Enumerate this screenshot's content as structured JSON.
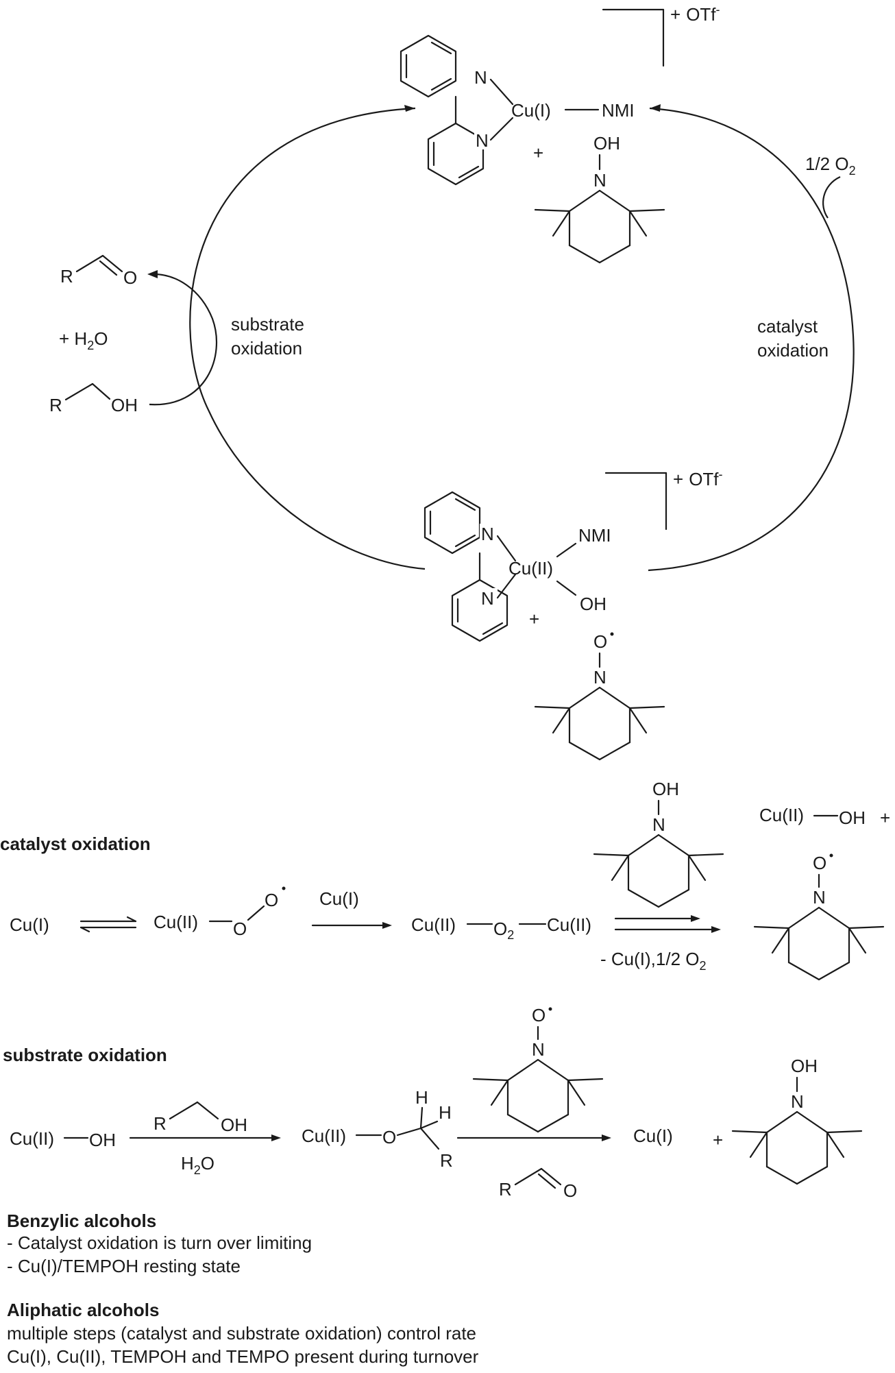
{
  "cycle": {
    "top_complex": {
      "metal": "Cu(I)",
      "ligand_n_top": "N",
      "ligand_n_bottom": "N",
      "nmi": "NMI",
      "charge": "+",
      "counterion": "OTf",
      "counterion_sup": "-",
      "plus": "+",
      "tempoh_oh": "OH",
      "tempoh_n": "N"
    },
    "bottom_complex": {
      "metal": "Cu(II)",
      "ligand_n_top": "N",
      "ligand_n_bottom": "N",
      "nmi": "NMI",
      "oh": "OH",
      "charge": "+",
      "counterion": "OTf",
      "counterion_sup": "-",
      "plus": "+",
      "tempo_o": "O",
      "tempo_n": "N"
    },
    "left_label_line1": "substrate",
    "left_label_line2": "oxidation",
    "right_label_line1": "catalyst",
    "right_label_line2": "oxidation",
    "o2_text": "1/2 O",
    "o2_sub": "2",
    "aldehyde_r": "R",
    "aldehyde_o": "O",
    "water_prefix": "+ H",
    "water_sub": "2",
    "water_suffix": "O",
    "alcohol_r": "R",
    "alcohol_oh": "OH"
  },
  "catalyst_oxidation": {
    "heading": "catalyst oxidation",
    "start": "Cu(I)",
    "superoxo_metal": "Cu(II)",
    "superoxo_o1": "O",
    "superoxo_o2": "O",
    "reagent": "Cu(I)",
    "peroxo_left": "Cu(II)",
    "peroxo_o": "O",
    "peroxo_sub": "2",
    "peroxo_right": "Cu(II)",
    "byproduct_text": "- Cu(I),1/2 O",
    "byproduct_sub": "2",
    "tempoh_oh": "OH",
    "tempoh_n": "N",
    "product_cuoh_metal": "Cu(II)",
    "product_cuoh_oh": "OH",
    "product_plus": "+",
    "tempo_o": "O",
    "tempo_n": "N"
  },
  "substrate_oxidation": {
    "heading": "substrate oxidation",
    "start_metal": "Cu(II)",
    "start_oh": "OH",
    "alcohol_r": "R",
    "alcohol_oh": "OH",
    "water_h": "H",
    "water_sub": "2",
    "water_o": "O",
    "alkoxide_metal": "Cu(II)",
    "alkoxide_o": "O",
    "alkoxide_h1": "H",
    "alkoxide_h2": "H",
    "alkoxide_r": "R",
    "tempo_o": "O",
    "tempo_n": "N",
    "aldehyde_r": "R",
    "aldehyde_o": "O",
    "product": "Cu(I)",
    "plus": "+",
    "tempoh_oh": "OH",
    "tempoh_n": "N"
  },
  "notes": {
    "benzylic_heading": "Benzylic alcohols",
    "benzylic_1": "- Catalyst oxidation is turn over limiting",
    "benzylic_2": "- Cu(I)/TEMPOH resting state",
    "aliphatic_heading": "Aliphatic alcohols",
    "aliphatic_1": "multiple steps (catalyst and substrate oxidation) control rate",
    "aliphatic_2": "Cu(I), Cu(II), TEMPOH and TEMPO present during turnover"
  }
}
